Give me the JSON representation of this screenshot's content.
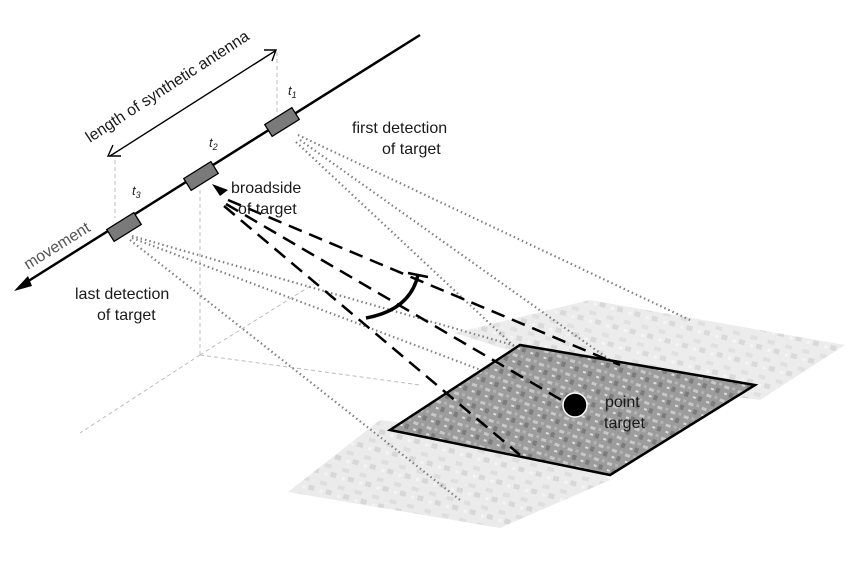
{
  "diagram": {
    "title": "Synthetic aperture radar geometry",
    "labels": {
      "antenna_length": "length of synthetic antenna",
      "movement": "movement",
      "first_detection_line1": "first detection",
      "first_detection_line2": "of target",
      "last_detection_line1": "last detection",
      "last_detection_line2": "of target",
      "broadside_line1": "broadside",
      "broadside_line2": "of target",
      "point_target_line1": "point",
      "point_target_line2": "target"
    },
    "positions": [
      {
        "id": "t1",
        "base": "t",
        "sub": "1"
      },
      {
        "id": "t2",
        "base": "t",
        "sub": "2"
      },
      {
        "id": "t3",
        "base": "t",
        "sub": "3"
      }
    ],
    "colors": {
      "line": "#000000",
      "sensor": "#7a7a7a",
      "dotted": "#808080",
      "guide": "#bdbdbd",
      "ground_dark": "#9a9a9a",
      "ground_light": "#e6e6e6"
    }
  }
}
